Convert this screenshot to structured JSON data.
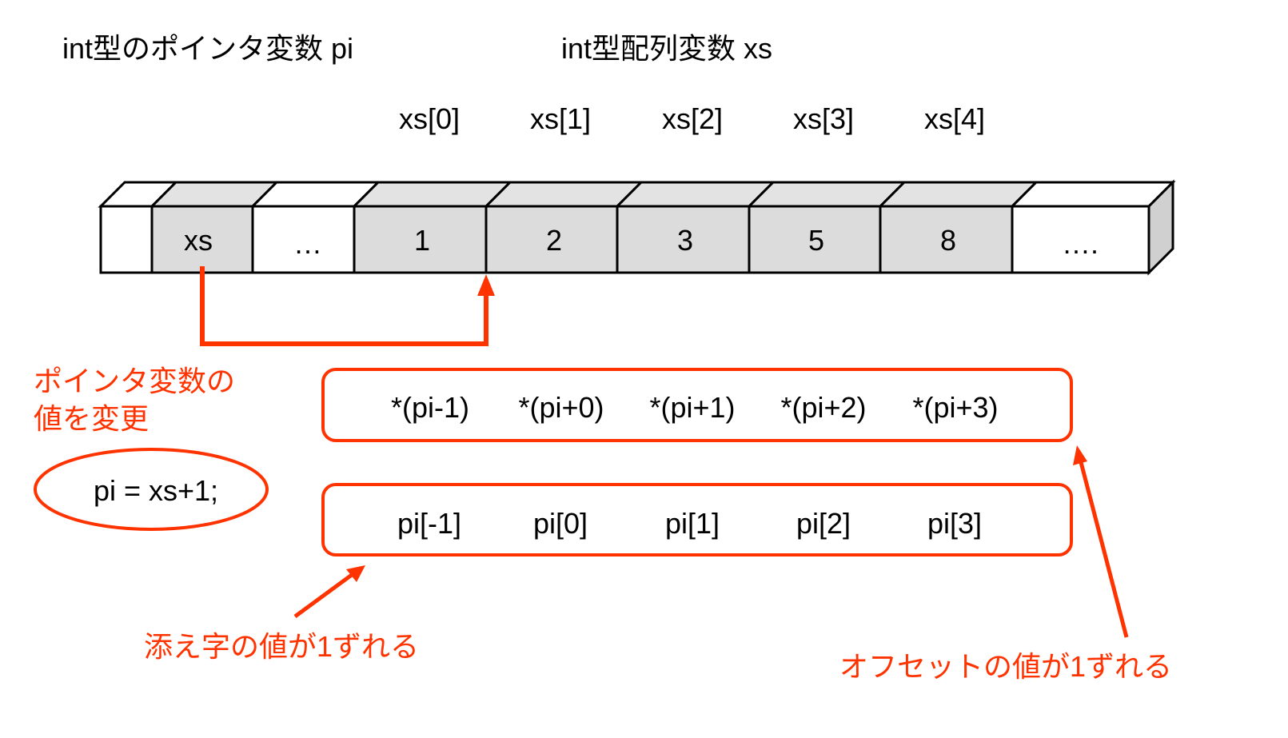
{
  "titles": {
    "pointer_var": "int型のポインタ変数 pi",
    "array_var": "int型配列変数 xs"
  },
  "array_indices": [
    "xs[0]",
    "xs[1]",
    "xs[2]",
    "xs[3]",
    "xs[4]"
  ],
  "memory_cells": [
    {
      "value": "",
      "shaded": false
    },
    {
      "value": "xs",
      "shaded": true
    },
    {
      "value": "…",
      "shaded": false
    },
    {
      "value": "1",
      "shaded": true
    },
    {
      "value": "2",
      "shaded": true
    },
    {
      "value": "3",
      "shaded": true
    },
    {
      "value": "5",
      "shaded": true
    },
    {
      "value": "8",
      "shaded": true
    },
    {
      "value": "….",
      "shaded": false
    }
  ],
  "annotations": {
    "change_pointer": [
      "ポインタ変数の",
      "値を変更"
    ],
    "assignment_code": "pi = xs+1;",
    "subscript_shift": "添え字の値が1ずれる",
    "offset_shift": "オフセットの値が1ずれる"
  },
  "deref_exprs": [
    "*(pi-1)",
    "*(pi+0)",
    "*(pi+1)",
    "*(pi+2)",
    "*(pi+3)"
  ],
  "subscript_exprs": [
    "pi[-1]",
    "pi[0]",
    "pi[1]",
    "pi[2]",
    "pi[3]"
  ],
  "colors": {
    "accent_red": "#ff3300",
    "cell_shaded": "#dcdcdc",
    "top_shaded": "#e3e3e3",
    "side_face": "#d0d0d0",
    "stroke": "#000000"
  }
}
